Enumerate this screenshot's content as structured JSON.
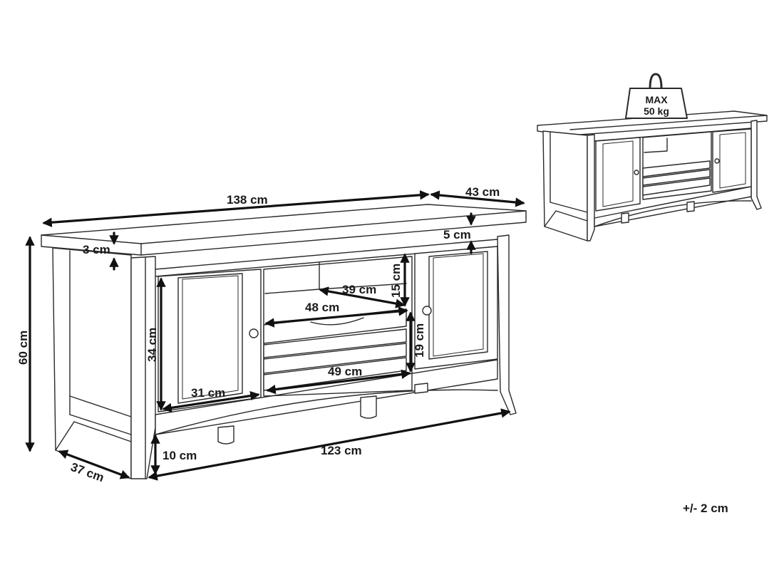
{
  "dimensions": {
    "width_total": "138 cm",
    "depth_total": "43 cm",
    "top_thickness_left": "3 cm",
    "top_thickness_right": "5 cm",
    "height_total": "60 cm",
    "door_height": "34 cm",
    "door_width": "31 cm",
    "open_shelf_height": "15 cm",
    "open_shelf_depth": "39 cm",
    "drawer_top_width": "48 cm",
    "drawer_height": "19 cm",
    "drawer_bottom_width": "49 cm",
    "inner_width": "123 cm",
    "leg_height": "10 cm",
    "side_depth": "37 cm"
  },
  "weight_badge": {
    "line1": "MAX",
    "line2": "50 kg"
  },
  "tolerance": "+/- 2 cm"
}
